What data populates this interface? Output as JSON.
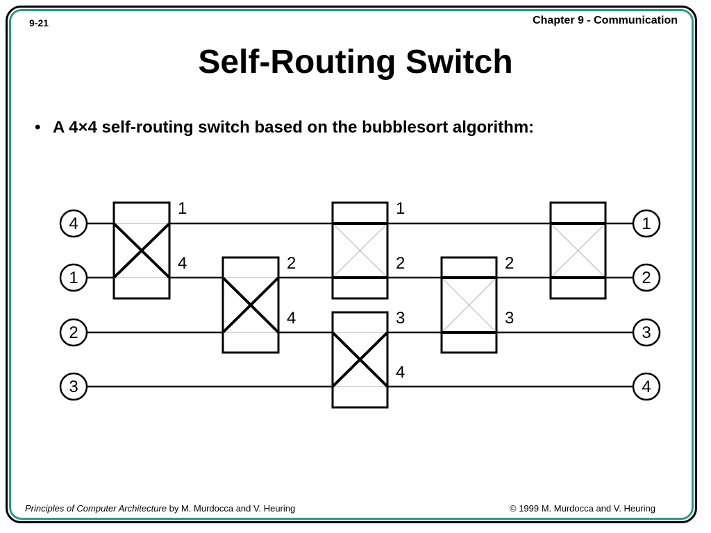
{
  "header": {
    "slide_number": "9-21",
    "chapter": "Chapter 9 - Communication"
  },
  "title": "Self-Routing Switch",
  "bullet": {
    "marker": "•",
    "text": "A 4×4 self-routing switch based on the bubblesort algorithm:"
  },
  "diagram": {
    "inputs": [
      "4",
      "1",
      "2",
      "3"
    ],
    "outputs": [
      "1",
      "2",
      "3",
      "4"
    ],
    "stage_labels": {
      "stage1": [
        "1",
        "4"
      ],
      "stage2": [
        "2",
        "4"
      ],
      "stage3_top": [
        "1",
        "2"
      ],
      "stage3_bottom": [
        "3",
        "4"
      ],
      "stage4": [
        "2",
        "3"
      ]
    },
    "switch_states": {
      "stage1": "crossed",
      "stage2": "crossed",
      "stage3_top": "straight",
      "stage3_bottom": "crossed",
      "stage4": "straight",
      "stage5": "straight"
    }
  },
  "footer": {
    "book_title": "Principles of Computer Architecture",
    "authors": " by M. Murdocca and V. Heuring",
    "copyright": "© 1999 M. Murdocca and V. Heuring"
  }
}
